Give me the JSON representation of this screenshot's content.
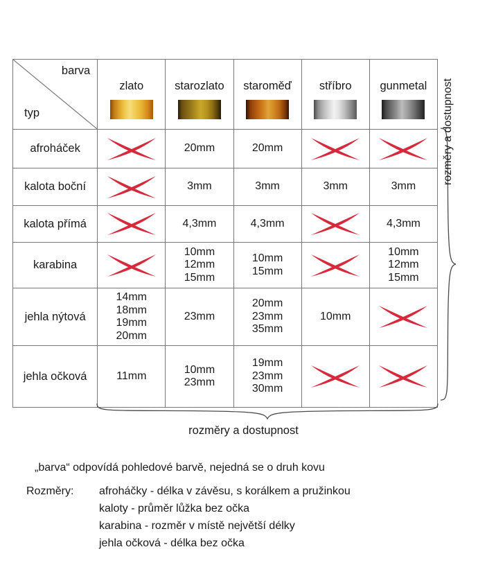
{
  "table": {
    "corner": {
      "column_axis_label": "barva",
      "row_axis_label": "typ"
    },
    "columns": [
      {
        "name": "zlato",
        "swatch": "gold-swatch"
      },
      {
        "name": "starozlato",
        "swatch": "antique-gold-swatch"
      },
      {
        "name": "staroměď",
        "swatch": "antique-copper-swatch"
      },
      {
        "name": "stříbro",
        "swatch": "silver-swatch"
      },
      {
        "name": "gunmetal",
        "swatch": "gunmetal-swatch"
      }
    ],
    "rows": [
      {
        "type": "afroháček",
        "cells": [
          {
            "available": false,
            "values": []
          },
          {
            "available": true,
            "values": [
              "20mm"
            ]
          },
          {
            "available": true,
            "values": [
              "20mm"
            ]
          },
          {
            "available": false,
            "values": []
          },
          {
            "available": false,
            "values": []
          }
        ]
      },
      {
        "type": "kalota boční",
        "cells": [
          {
            "available": false,
            "values": []
          },
          {
            "available": true,
            "values": [
              "3mm"
            ]
          },
          {
            "available": true,
            "values": [
              "3mm"
            ]
          },
          {
            "available": true,
            "values": [
              "3mm"
            ]
          },
          {
            "available": true,
            "values": [
              "3mm"
            ]
          }
        ]
      },
      {
        "type": "kalota přímá",
        "cells": [
          {
            "available": false,
            "values": []
          },
          {
            "available": true,
            "values": [
              "4,3mm"
            ]
          },
          {
            "available": true,
            "values": [
              "4,3mm"
            ]
          },
          {
            "available": false,
            "values": []
          },
          {
            "available": true,
            "values": [
              "4,3mm"
            ]
          }
        ]
      },
      {
        "type": "karabina",
        "cells": [
          {
            "available": false,
            "values": []
          },
          {
            "available": true,
            "values": [
              "10mm",
              "12mm",
              "15mm"
            ]
          },
          {
            "available": true,
            "values": [
              "10mm",
              "15mm"
            ]
          },
          {
            "available": false,
            "values": []
          },
          {
            "available": true,
            "values": [
              "10mm",
              "12mm",
              "15mm"
            ]
          }
        ]
      },
      {
        "type": "jehla nýtová",
        "cells": [
          {
            "available": true,
            "values": [
              "14mm",
              "18mm",
              "19mm",
              "20mm"
            ]
          },
          {
            "available": true,
            "values": [
              "23mm"
            ]
          },
          {
            "available": true,
            "values": [
              "20mm",
              "23mm",
              "35mm"
            ]
          },
          {
            "available": true,
            "values": [
              "10mm"
            ]
          },
          {
            "available": false,
            "values": []
          }
        ]
      },
      {
        "type": "jehla očková",
        "cells": [
          {
            "available": true,
            "values": [
              "11mm"
            ]
          },
          {
            "available": true,
            "values": [
              "10mm",
              "23mm"
            ]
          },
          {
            "available": true,
            "values": [
              "19mm",
              "23mm",
              "30mm"
            ]
          },
          {
            "available": false,
            "values": []
          },
          {
            "available": false,
            "values": []
          }
        ]
      }
    ]
  },
  "braces": {
    "right_label": "rozměry a dostupnost",
    "bottom_label": "rozměry a dostupnost"
  },
  "notes": {
    "color_note": "„barva“ odpovídá pohledové barvě, nejedná se o druh kovu",
    "dims_label": "Rozměry:",
    "dims_lines": [
      "afroháčky - délka v závěsu, s korálkem a pružinkou",
      "kaloty - průměr lůžka bez očka",
      "karabina - rozměr v místě největší délky",
      "jehla očková - délka bez očka"
    ]
  },
  "colors": {
    "x_mark": "#D42A3C",
    "border": "#787878",
    "text": "#1a1a1a",
    "background": "#ffffff"
  }
}
